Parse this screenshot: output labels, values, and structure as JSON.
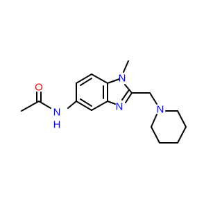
{
  "molecule": {
    "atoms": {
      "carbonyl_oxygen": {
        "symbol": "O",
        "color": "#ff0000"
      },
      "amide_nitrogen": {
        "symbol": "N",
        "color": "#0000ff"
      },
      "amide_hydrogen": {
        "symbol": "H",
        "color": "#0000ff"
      },
      "ring_nitrogen_1": {
        "symbol": "N",
        "color": "#0000ff"
      },
      "ring_nitrogen_3": {
        "symbol": "N",
        "color": "#0000ff"
      },
      "piperidine_nitrogen": {
        "symbol": "N",
        "color": "#0000ff"
      }
    },
    "bond_color": "#000000"
  }
}
